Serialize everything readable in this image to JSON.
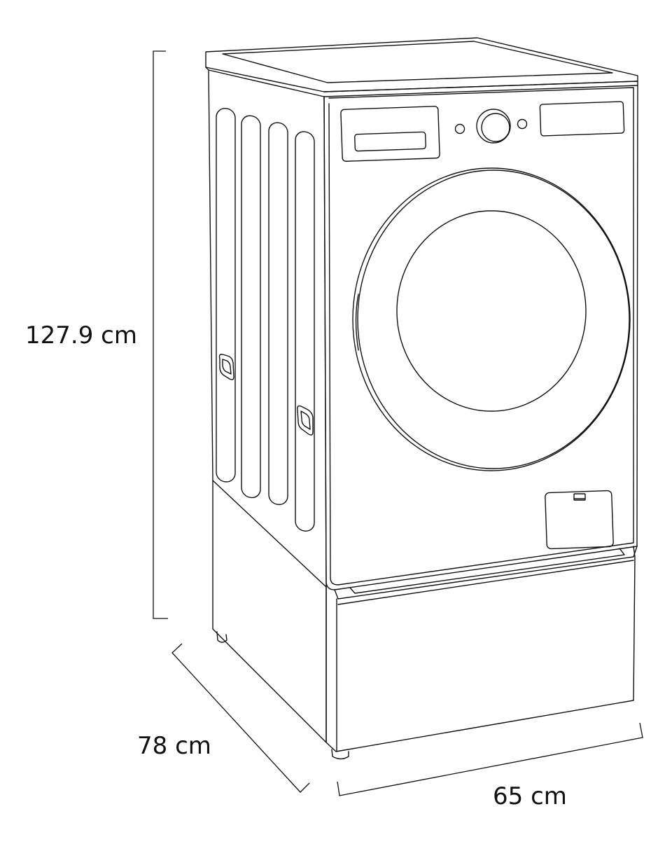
{
  "dimensions": {
    "height": "127.9 cm",
    "depth": "78 cm",
    "width": "65 cm"
  },
  "colors": {
    "line": "#111111",
    "background": "#ffffff"
  }
}
